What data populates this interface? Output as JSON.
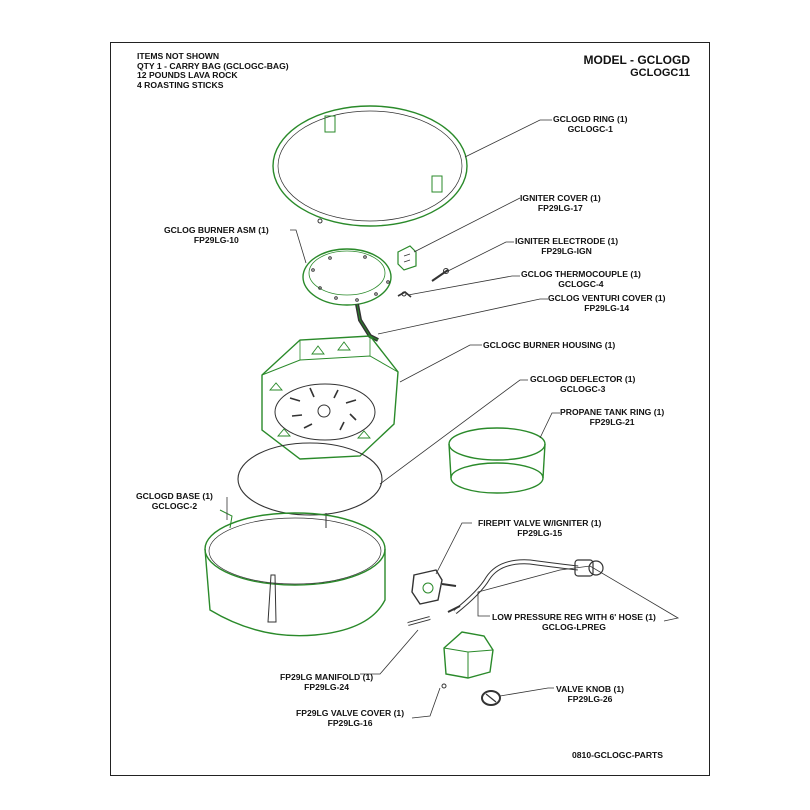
{
  "notes": {
    "heading": "ITEMS NOT SHOWN",
    "lines": [
      "QTY 1 - CARRY BAG (GCLOGC-BAG)",
      "12 POUNDS LAVA ROCK",
      "4 ROASTING STICKS"
    ]
  },
  "model": {
    "line1": "MODEL - GCLOGD",
    "line2": "GCLOGC11"
  },
  "doc_number": "0810-GCLOGC-PARTS",
  "colors": {
    "part_outline": "#2a8a2a",
    "hardware": "#333333"
  },
  "parts": [
    {
      "id": "ring",
      "name": "GCLOGD RING (1)",
      "code": "GCLOGC-1"
    },
    {
      "id": "igniter_cover",
      "name": "IGNITER COVER (1)",
      "code": "FP29LG-17"
    },
    {
      "id": "igniter_electrode",
      "name": "IGNITER ELECTRODE (1)",
      "code": "FP29LG-IGN"
    },
    {
      "id": "burner_asm",
      "name": "GCLOG BURNER ASM (1)",
      "code": "FP29LG-10"
    },
    {
      "id": "thermocouple",
      "name": "GCLOG THERMOCOUPLE (1)",
      "code": "GCLOGC-4"
    },
    {
      "id": "venturi_cover",
      "name": "GCLOG VENTURI COVER (1)",
      "code": "FP29LG-14"
    },
    {
      "id": "burner_housing",
      "name": "GCLOGC BURNER HOUSING (1)",
      "code": ""
    },
    {
      "id": "deflector",
      "name": "GCLOGD DEFLECTOR (1)",
      "code": "GCLOGC-3"
    },
    {
      "id": "tank_ring",
      "name": "PROPANE TANK RING (1)",
      "code": "FP29LG-21"
    },
    {
      "id": "base",
      "name": "GCLOGD BASE (1)",
      "code": "GCLOGC-2"
    },
    {
      "id": "firepit_valve",
      "name": "FIREPIT VALVE W/IGNITER (1)",
      "code": "FP29LG-15"
    },
    {
      "id": "lp_reg",
      "name": "LOW PRESSURE REG WITH 6' HOSE (1)",
      "code": "GCLOG-LPREG"
    },
    {
      "id": "manifold",
      "name": "FP29LG MANIFOLD (1)",
      "code": "FP29LG-24"
    },
    {
      "id": "valve_knob",
      "name": "VALVE KNOB (1)",
      "code": "FP29LG-26"
    },
    {
      "id": "valve_cover",
      "name": "FP29LG VALVE COVER (1)",
      "code": "FP29LG-16"
    }
  ]
}
